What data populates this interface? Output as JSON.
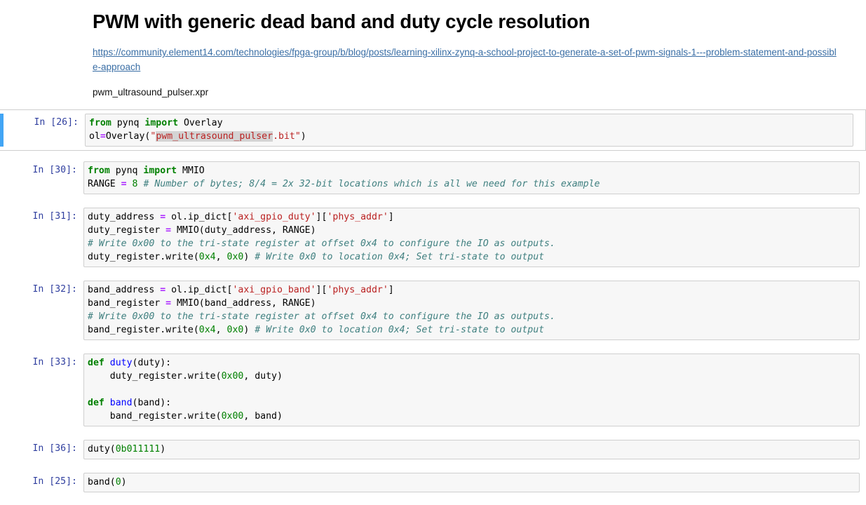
{
  "document": {
    "title": "PWM with generic dead band and duty cycle resolution",
    "link_text": "https://community.element14.com/technologies/fpga-group/b/blog/posts/learning-xilinx-zynq-a-school-project-to-generate-a-set-of-pwm-signals-1---problem-statement-and-possible-approach",
    "paragraph": "pwm_ultrasound_pulser.xpr"
  },
  "colors": {
    "selected_cell_bar": "#42a5f5",
    "prompt": "#303f9f",
    "keyword": "#008000",
    "string": "#ba2121",
    "comment": "#408080",
    "number": "#008000",
    "operator": "#aa22ff",
    "function_name": "#0000ff",
    "link": "#3a6ea5",
    "input_background": "#f7f7f7",
    "input_border": "#cfcfcf",
    "highlight": "#d4d4d4"
  },
  "cells": [
    {
      "prompt": "In [26]:",
      "selected": true,
      "tokens": [
        [
          [
            "k",
            "from"
          ],
          [
            "",
            " pynq "
          ],
          [
            "k",
            "import"
          ],
          [
            "",
            " Overlay\n"
          ]
        ],
        [
          [
            "",
            "ol"
          ],
          [
            "o",
            "="
          ],
          [
            "",
            "Overlay("
          ],
          [
            "s",
            "\""
          ],
          [
            "s hl",
            "pwm_ultrasound_pulser"
          ],
          [
            "s",
            ".bit\""
          ],
          [
            "",
            ")"
          ]
        ]
      ]
    },
    {
      "prompt": "In [30]:",
      "selected": false,
      "tokens": [
        [
          [
            "k",
            "from"
          ],
          [
            "",
            " pynq "
          ],
          [
            "k",
            "import"
          ],
          [
            "",
            " MMIO\n"
          ]
        ],
        [
          [
            "",
            "RANGE "
          ],
          [
            "o",
            "="
          ],
          [
            "",
            " "
          ],
          [
            "m",
            "8"
          ],
          [
            "",
            " "
          ],
          [
            "c",
            "# Number of bytes; 8/4 = 2x 32-bit locations which is all we need for this example"
          ]
        ]
      ]
    },
    {
      "prompt": "In [31]:",
      "selected": false,
      "tokens": [
        [
          [
            "",
            "duty_address "
          ],
          [
            "o",
            "="
          ],
          [
            "",
            " ol.ip_dict["
          ],
          [
            "s",
            "'axi_gpio_duty'"
          ],
          [
            "",
            "]["
          ],
          [
            "s",
            "'phys_addr'"
          ],
          [
            "",
            "]\n"
          ]
        ],
        [
          [
            "",
            "duty_register "
          ],
          [
            "o",
            "="
          ],
          [
            "",
            " MMIO(duty_address, RANGE)\n"
          ]
        ],
        [
          [
            "c",
            "# Write 0x00 to the tri-state register at offset 0x4 to configure the IO as outputs."
          ],
          [
            "",
            "\n"
          ]
        ],
        [
          [
            "",
            "duty_register.write("
          ],
          [
            "m",
            "0x4"
          ],
          [
            "",
            ", "
          ],
          [
            "m",
            "0x0"
          ],
          [
            "",
            ") "
          ],
          [
            "c",
            "# Write 0x0 to location 0x4; Set tri-state to output"
          ]
        ]
      ]
    },
    {
      "prompt": "In [32]:",
      "selected": false,
      "tokens": [
        [
          [
            "",
            "band_address "
          ],
          [
            "o",
            "="
          ],
          [
            "",
            " ol.ip_dict["
          ],
          [
            "s",
            "'axi_gpio_band'"
          ],
          [
            "",
            "]["
          ],
          [
            "s",
            "'phys_addr'"
          ],
          [
            "",
            "]\n"
          ]
        ],
        [
          [
            "",
            "band_register "
          ],
          [
            "o",
            "="
          ],
          [
            "",
            " MMIO(band_address, RANGE)\n"
          ]
        ],
        [
          [
            "c",
            "# Write 0x00 to the tri-state register at offset 0x4 to configure the IO as outputs."
          ],
          [
            "",
            "\n"
          ]
        ],
        [
          [
            "",
            "band_register.write("
          ],
          [
            "m",
            "0x4"
          ],
          [
            "",
            ", "
          ],
          [
            "m",
            "0x0"
          ],
          [
            "",
            ") "
          ],
          [
            "c",
            "# Write 0x0 to location 0x4; Set tri-state to output"
          ]
        ]
      ]
    },
    {
      "prompt": "In [33]:",
      "selected": false,
      "tokens": [
        [
          [
            "k",
            "def"
          ],
          [
            "",
            " "
          ],
          [
            "nf",
            "duty"
          ],
          [
            "",
            "(duty):\n"
          ]
        ],
        [
          [
            "",
            "    duty_register.write("
          ],
          [
            "m",
            "0x00"
          ],
          [
            "",
            ", duty)\n"
          ]
        ],
        [
          [
            "",
            "\n"
          ]
        ],
        [
          [
            "k",
            "def"
          ],
          [
            "",
            " "
          ],
          [
            "nf",
            "band"
          ],
          [
            "",
            "(band):\n"
          ]
        ],
        [
          [
            "",
            "    band_register.write("
          ],
          [
            "m",
            "0x00"
          ],
          [
            "",
            ", band)"
          ]
        ]
      ]
    },
    {
      "prompt": "In [36]:",
      "selected": false,
      "tokens": [
        [
          [
            "",
            "duty("
          ],
          [
            "m",
            "0b011111"
          ],
          [
            "",
            ")"
          ]
        ]
      ]
    },
    {
      "prompt": "In [25]:",
      "selected": false,
      "tokens": [
        [
          [
            "",
            "band("
          ],
          [
            "m",
            "0"
          ],
          [
            "",
            ")"
          ]
        ]
      ]
    }
  ]
}
